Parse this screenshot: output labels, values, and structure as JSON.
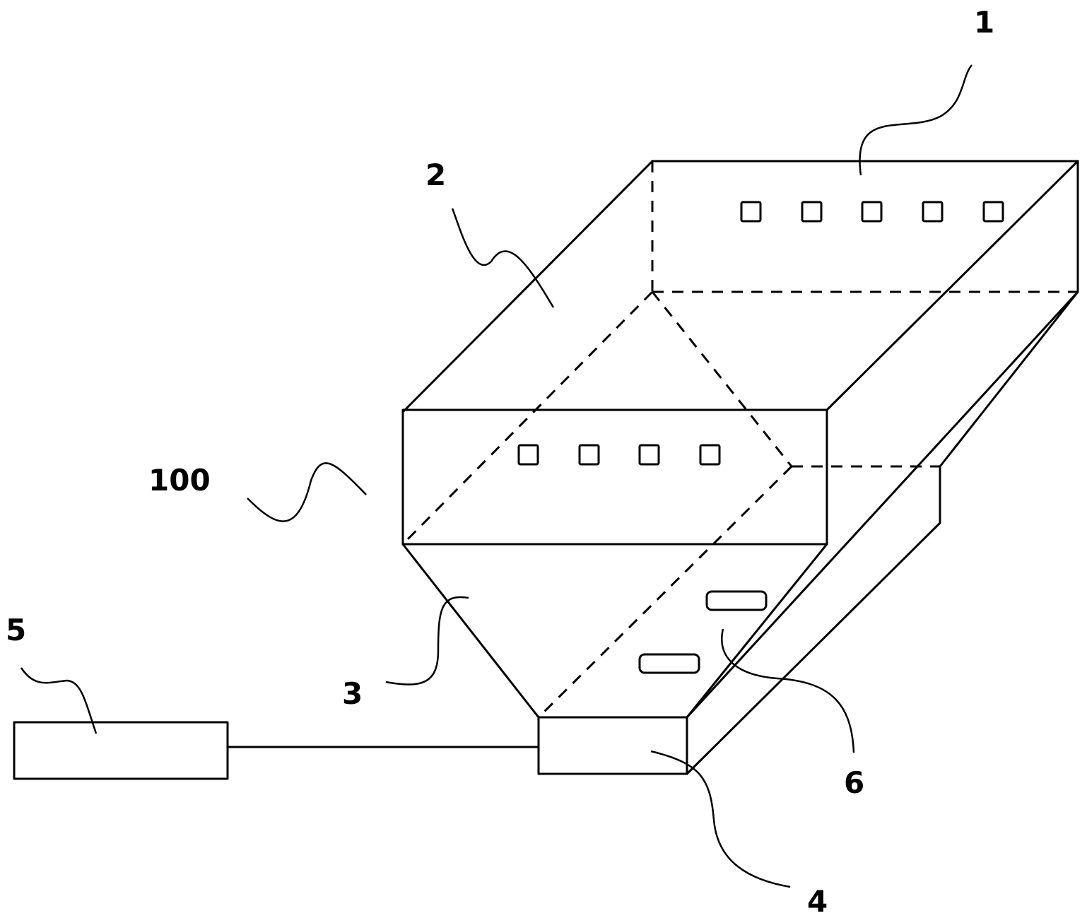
{
  "labels": {
    "l1": "1",
    "l2": "2",
    "l3": "3",
    "l4": "4",
    "l5": "5",
    "l6": "6",
    "l100": "100"
  }
}
